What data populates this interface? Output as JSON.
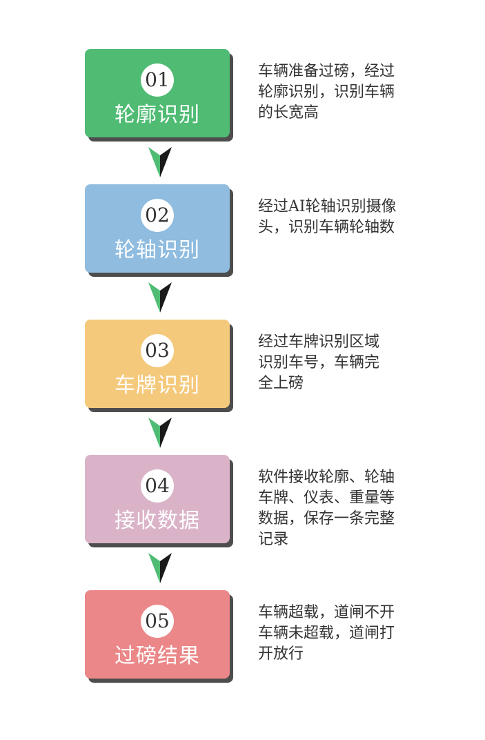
{
  "steps": [
    {
      "number": "01",
      "title": "轮廓识别",
      "color": "#4fbb73",
      "description_lines": [
        "车辆准备过磅，经过",
        "轮廓识别，识别车辆",
        "的长宽高"
      ]
    },
    {
      "number": "02",
      "title": "轮轴识别",
      "color": "#8fbcdf",
      "description_lines": [
        "经过AI轮轴识别摄像",
        "头，识别车辆轮轴数"
      ]
    },
    {
      "number": "03",
      "title": "车牌识别",
      "color": "#f5c97c",
      "description_lines": [
        "经过车牌识别区域",
        "识别车号，车辆完",
        "全上磅"
      ]
    },
    {
      "number": "04",
      "title": "接收数据",
      "color": "#dbb3c8",
      "description_lines": [
        "软件接收轮廓、轮轴",
        "车牌、仪表、重量等",
        "数据，保存一条完整",
        "记录"
      ]
    },
    {
      "number": "05",
      "title": "过磅结果",
      "color": "#eb8788",
      "description_lines": [
        "车辆超载，道闸不开",
        "车辆未超载，道闸打",
        "开放行"
      ]
    }
  ],
  "arrow_colors": {
    "left": "#4fbb73",
    "right": "#1a1a1a"
  }
}
